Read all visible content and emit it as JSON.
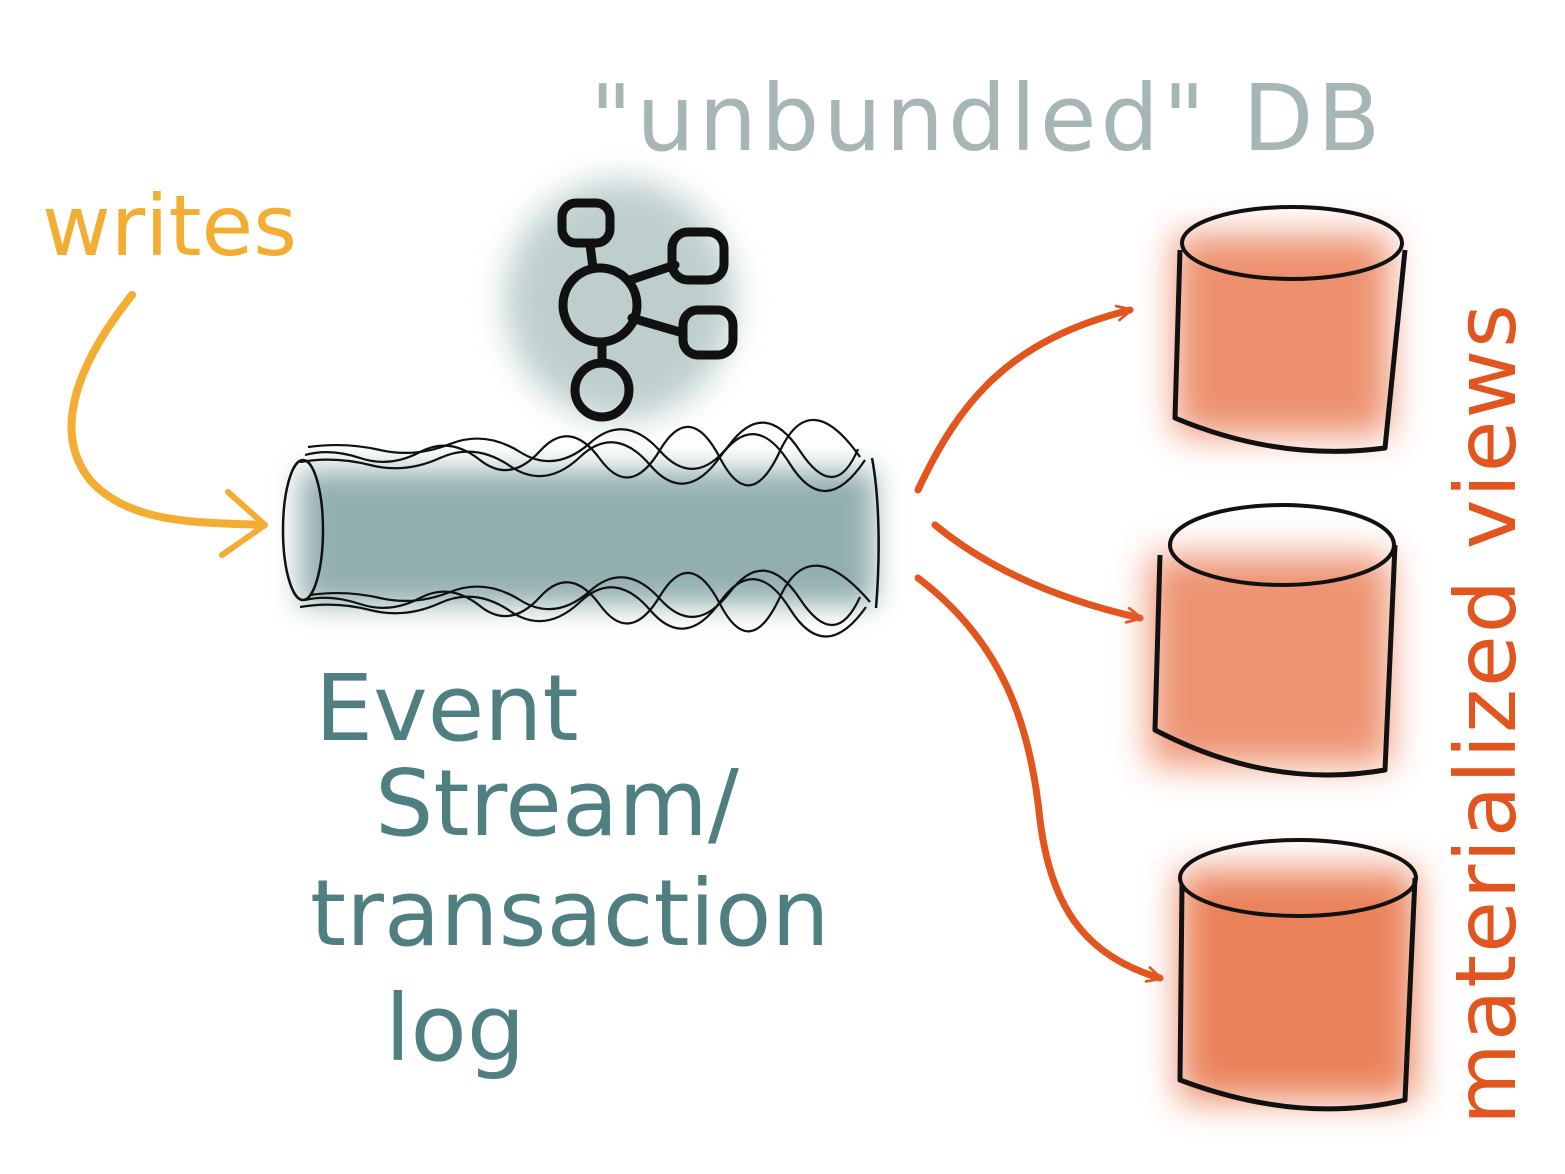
{
  "title": "\"unbundled\" DB",
  "writes_label": "writes",
  "log_label": [
    "Event",
    "Stream/",
    "transaction",
    "log"
  ],
  "views_label": "materialized views",
  "icons": {
    "graph": "network-graph-icon",
    "log": "cylinder-log-icon",
    "view": "database-cylinder-icon"
  },
  "colors": {
    "title": "#a6b6b6",
    "writes": "#f3ad32",
    "log_text": "#4f7f80",
    "log_fill": "#6f9496",
    "views": "#e2551e",
    "view_fill": "#e8744a",
    "ink": "#111111"
  }
}
